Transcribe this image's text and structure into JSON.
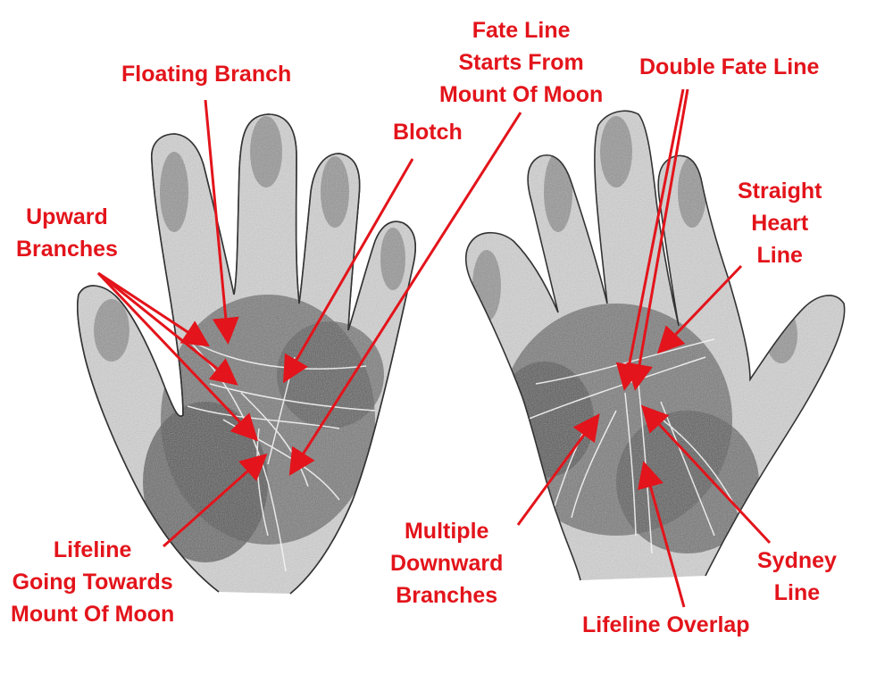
{
  "colors": {
    "annotation": "#e3141b",
    "outline": "#333333",
    "ink_dark": "#2b2b2b",
    "ink_mid": "#6e6e6e",
    "background": "#ffffff"
  },
  "left_hand": {
    "labels": {
      "floating_branch": "Floating Branch",
      "upward_branches": [
        "Upward",
        "Branches"
      ],
      "blotch": "Blotch",
      "fate_line_moon": [
        "Fate Line",
        "Starts From",
        "Mount Of Moon"
      ],
      "lifeline_moon": [
        "Lifeline",
        "Going Towards",
        "Mount Of Moon"
      ]
    }
  },
  "right_hand": {
    "labels": {
      "double_fate_line": "Double Fate Line",
      "straight_heart_line": [
        "Straight",
        "Heart",
        "Line"
      ],
      "multiple_downward_branches": [
        "Multiple",
        "Downward",
        "Branches"
      ],
      "sydney_line": [
        "Sydney",
        "Line"
      ],
      "lifeline_overlap": "Lifeline Overlap"
    }
  }
}
